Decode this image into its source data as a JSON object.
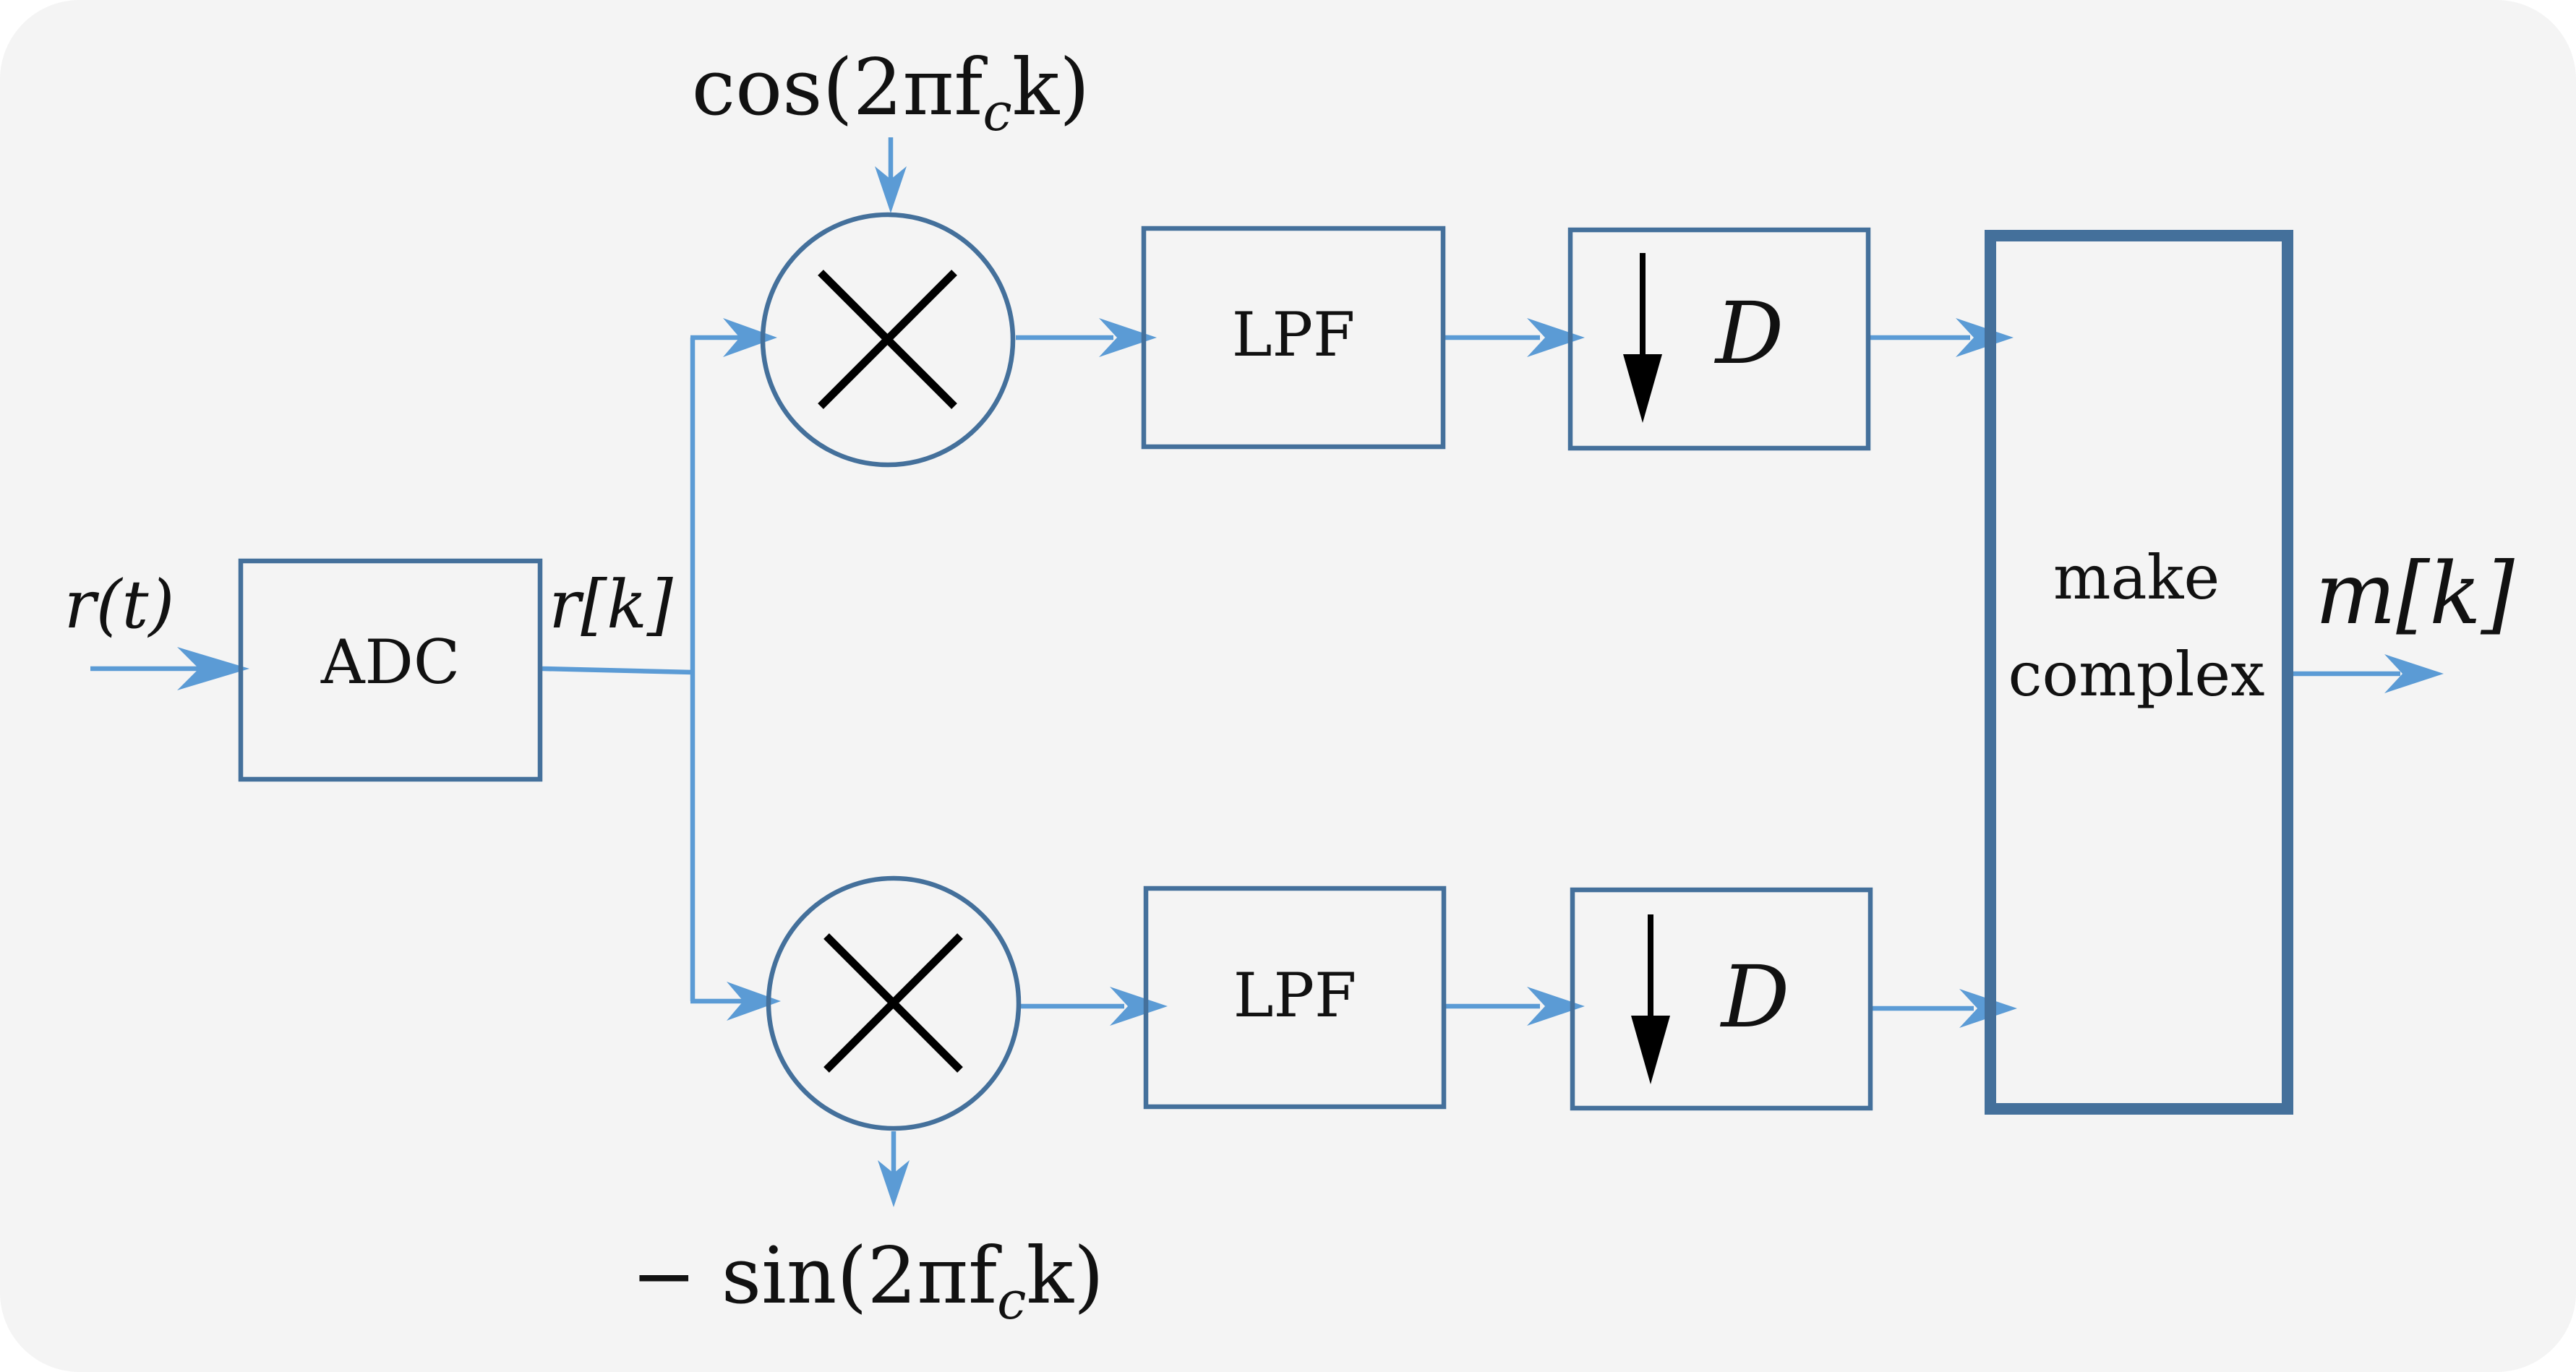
{
  "blocks": {
    "adc": "ADC",
    "lpf_top": "LPF",
    "lpf_bottom": "LPF",
    "decimator_top": "D",
    "decimator_bottom": "D",
    "make_complex_line1": "make",
    "make_complex_line2": "complex"
  },
  "signals": {
    "input": "r(t)",
    "sampled": "r[k]",
    "output": "m[k]",
    "oscillator_cos": "cos(2πf",
    "oscillator_cos_sub": "c",
    "oscillator_cos_tail": "k)",
    "oscillator_sin": "− sin(2πf",
    "oscillator_sin_sub": "c",
    "oscillator_sin_tail": "k)"
  },
  "icons": {
    "mixer": "multiply-cross-icon",
    "downsample": "down-arrow-icon",
    "flow": "arrow-right-icon"
  },
  "colors": {
    "block_stroke": "#44709b",
    "wire": "#5b9bd5",
    "background_panel": "#f4f4f4"
  }
}
